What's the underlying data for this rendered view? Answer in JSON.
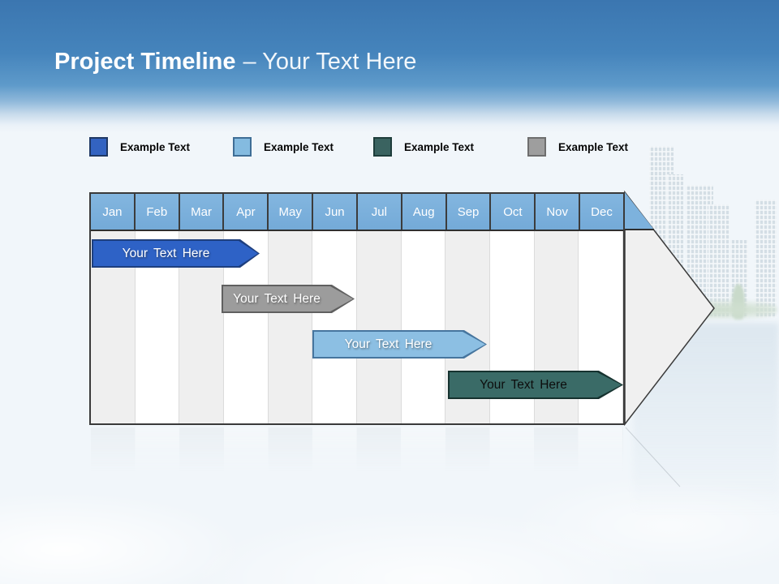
{
  "slide": {
    "title": {
      "bold": "Project Timeline",
      "light": "– Your Text Here"
    },
    "colors": {
      "banner_blue_top": "#3B76B0",
      "banner_blue_bottom": "#8FB8DA",
      "page_background": "#F1F6FA"
    }
  },
  "legend": {
    "items": [
      {
        "label": "Example Text",
        "fill": "#3363C1",
        "border": "#1F3864"
      },
      {
        "label": "Example Text",
        "fill": "#84BBE0",
        "border": "#3F6E96"
      },
      {
        "label": "Example Text",
        "fill": "#3A6360",
        "border": "#1E3D3B"
      },
      {
        "label": "Example Text",
        "fill": "#9E9E9E",
        "border": "#6E6E6E"
      }
    ]
  },
  "timeline": {
    "months": [
      "Jan",
      "Feb",
      "Mar",
      "Apr",
      "May",
      "Jun",
      "Jul",
      "Aug",
      "Sep",
      "Oct",
      "Nov",
      "Dec"
    ],
    "header_fill": "#7DB2DD",
    "header_text_color": "#FFFFFF",
    "stripe_color": "#EFEFEF",
    "arrow_head_fill": "#F0F0F0",
    "bars": [
      {
        "label": "Your Text Here",
        "color_name": "blue",
        "fill": "#2E62C6",
        "border": "#1E3F7E",
        "text_color": "#FFFFFF",
        "start": "Jan",
        "end": "mid-Apr"
      },
      {
        "label": "Your Text Here",
        "color_name": "gray",
        "fill": "#9C9C9C",
        "border": "#606060",
        "text_color": "#FFFFFF",
        "start": "Apr",
        "end": "Jun"
      },
      {
        "label": "Your Text Here",
        "color_name": "light-blue",
        "fill": "#8CBFE3",
        "border": "#46759E",
        "text_color": "#FFFFFF",
        "start": "Jun",
        "end": "early Sep"
      },
      {
        "label": "Your Text Here",
        "color_name": "teal",
        "fill": "#3A6B67",
        "border": "#16322F",
        "text_color": "#0D0D0D",
        "start": "Sep",
        "end": "Dec"
      }
    ]
  }
}
